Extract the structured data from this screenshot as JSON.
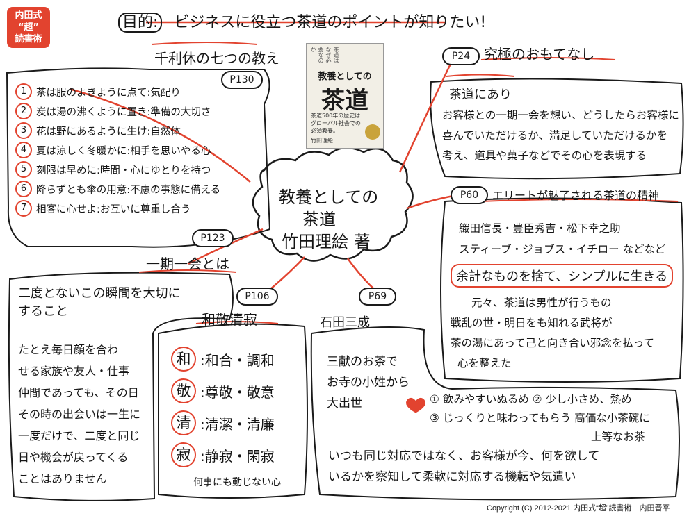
{
  "badge": {
    "line1": "内田式",
    "line2": "“超”",
    "line3": "読書術"
  },
  "purpose": {
    "label": "目的:",
    "text": "ビジネスに役立つ茶道のポイントが知りたい!"
  },
  "book": {
    "series": "茶道はなぜ必要なのか",
    "subtitle": "教養としての",
    "title": "茶道",
    "desc1": "茶道500年の歴史は",
    "desc2": "グローバル社会での",
    "desc3": "必須教養。",
    "author": "竹田理絵"
  },
  "center": {
    "line1": "教養としての",
    "line2": "茶道",
    "line3": "竹田理絵 著"
  },
  "rikyu": {
    "title": "千利休の七つの教え",
    "page": "P130",
    "rules": [
      {
        "num": "1",
        "text": "茶は服のよきように点て:気配り"
      },
      {
        "num": "2",
        "text": "炭は湯の沸くように置き:準備の大切さ"
      },
      {
        "num": "3",
        "text": "花は野にあるように生け:自然体"
      },
      {
        "num": "4",
        "text": "夏は涼しく冬暖かに:相手を思いやる心"
      },
      {
        "num": "5",
        "text": "刻限は早めに:時間・心にゆとりを持つ"
      },
      {
        "num": "6",
        "text": "降らずとも傘の用意:不慮の事態に備える"
      },
      {
        "num": "7",
        "text": "相客に心せよ:お互いに尊重し合う"
      }
    ]
  },
  "ichigo": {
    "page": "P123",
    "title": "一期一会とは",
    "lead1": "二度とないこの瞬間を大切に",
    "lead2": "すること",
    "body1": "たとえ毎日顔を合わ",
    "body2": "せる家族や友人・仕事",
    "body3": "仲間であっても、その日",
    "body4": "その時の出会いは一生に",
    "body5": "一度だけで、二度と同じ",
    "body6": "日や機会が戻ってくる",
    "body7": "ことはありません"
  },
  "wakei": {
    "page": "P106",
    "title": "和敬清寂",
    "rows": [
      {
        "kanji": "和",
        "text": ":和合・調和"
      },
      {
        "kanji": "敬",
        "text": ":尊敬・敬意"
      },
      {
        "kanji": "清",
        "text": ":清潔・清廉"
      },
      {
        "kanji": "寂",
        "text": ":静寂・閑寂"
      }
    ],
    "note": "何事にも動じない心"
  },
  "mitsunari": {
    "page": "P69",
    "title": "石田三成",
    "line1": "三献のお茶で",
    "line2": "お寺の小姓から",
    "line3": "大出世",
    "items1": "① 飲みやすいぬるめ ② 少し小さめ、熱め",
    "items2": "③ じっくりと味わってもらう 高価な小茶碗に",
    "items3": "上等なお茶",
    "footer1": "いつも同じ対応ではなく、お客様が今、何を欲して",
    "footer2": "いるかを察知して柔軟に対応する機転や気遣い"
  },
  "omotenashi": {
    "page": "P24",
    "title": "究極のおもてなし",
    "sub": "茶道にあり",
    "line1": "お客様との一期一会を想い、どうしたらお客様に",
    "line2": "喜んでいただけるか、満足していただけるかを",
    "line3": "考え、道具や菓子などでその心を表現する"
  },
  "elite": {
    "page": "P60",
    "title": "エリートが魅了される茶道の精神",
    "names1": "織田信長・豊臣秀吉・松下幸之助",
    "names2": "スティーブ・ジョブス・イチロー などなど",
    "slogan": "余計なものを捨て、シンプルに生きる",
    "body1": "元々、茶道は男性が行うもの",
    "body2": "戦乱の世・明日をも知れる武将が",
    "body3": "茶の湯にあって己と向き合い邪念を払って",
    "body4": "心を整えた"
  },
  "copyright": "Copyright (C) 2012-2021 内田式“超”読書術　内田晋平",
  "colors": {
    "accent": "#e2432f",
    "ink": "#1a1a1a"
  }
}
